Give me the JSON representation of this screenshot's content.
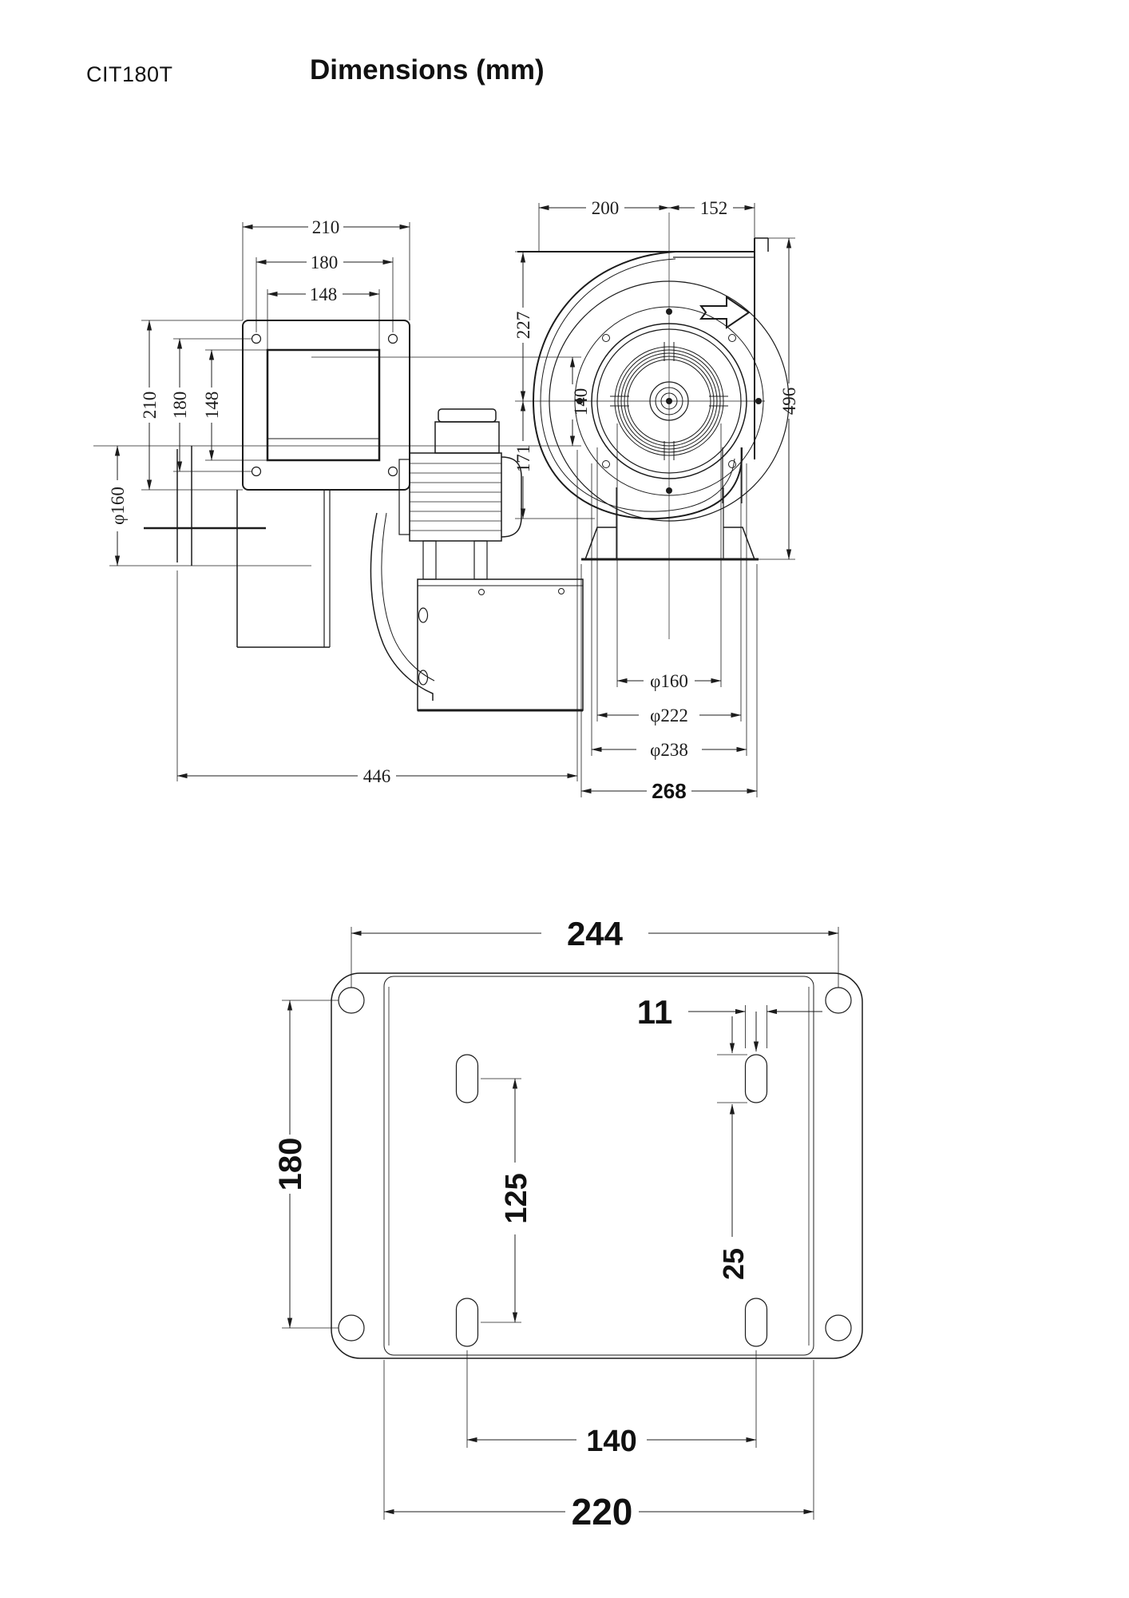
{
  "header": {
    "model": "CIT180T",
    "title": "Dimensions (mm)"
  },
  "side_view": {
    "dims": {
      "top_outer": "210",
      "top_bolt": "180",
      "top_duct": "148",
      "left_outer": "210",
      "left_bolt": "180",
      "left_duct": "148",
      "inlet_diameter": "φ160",
      "motor_height": "140",
      "total_depth": "446"
    }
  },
  "front_view": {
    "dims": {
      "center_to_left": "200",
      "center_to_outlet": "152",
      "center_to_top": "227",
      "center_to_bottom": "171",
      "total_height": "496",
      "inlet_diameter": "φ160",
      "collar_diameter": "φ222",
      "flange_diameter": "φ238",
      "base_width": "268"
    },
    "airflow_icon": "right-block-arrow"
  },
  "plate_view": {
    "dims": {
      "hole_span_x": "244",
      "hole_span_y": "180",
      "slot_span_y": "125",
      "slot_width": "11",
      "slot_height": "25",
      "slot_span_x": "140",
      "base_width": "220"
    }
  },
  "colors": {
    "line": "#1c1c1c",
    "background": "#ffffff"
  }
}
